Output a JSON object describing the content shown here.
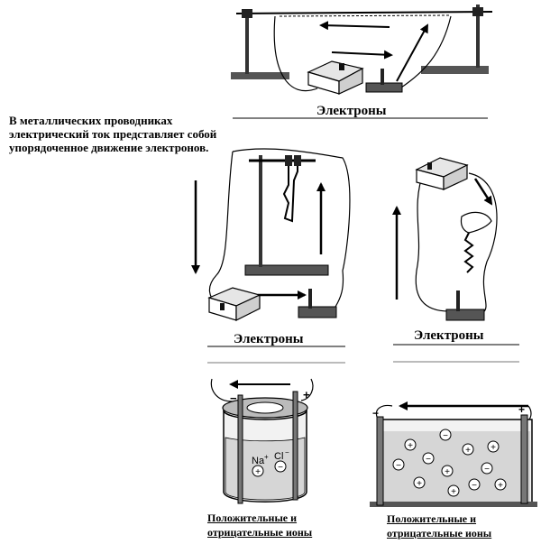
{
  "intro_text": "В металлических проводниках электрический ток представляет собой упорядоченное движение электронов.",
  "captions": {
    "top": "Электроны",
    "middle_left": "Электроны",
    "middle_right": "Электроны"
  },
  "ion_captions": {
    "left_line1": "Положительные и",
    "left_line2": "отрицательные ионы",
    "right_line1": "Положительные и",
    "right_line2": "отрицательные ионы"
  },
  "ion_labels": {
    "na": "Na",
    "na_sup": "+",
    "cl": "Cl",
    "cl_sup": "−",
    "minus": "−",
    "plus": "+"
  },
  "colors": {
    "ink": "#000000",
    "grey_fill": "#cfcfcf",
    "light_fill": "#e6e6e6",
    "stand_base": "#555555"
  }
}
